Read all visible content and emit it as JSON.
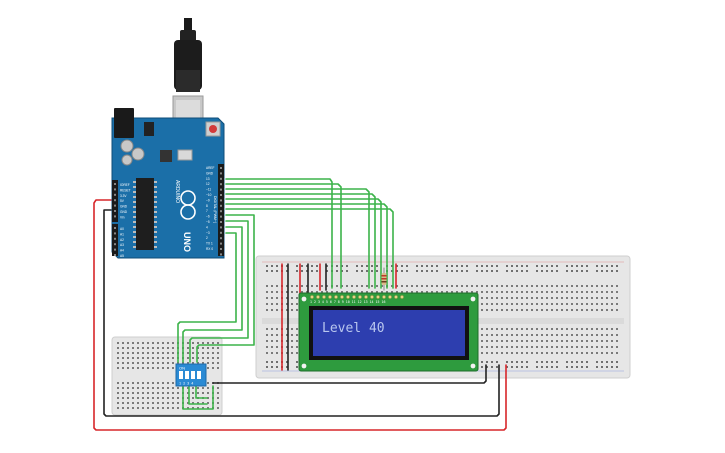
{
  "arduino": {
    "brand": "ARDUINO",
    "model": "UNO",
    "pin_labels_top": [
      "AREF",
      "GND",
      "13",
      "12",
      "~11",
      "~10",
      "~9",
      "8",
      "7",
      "~6",
      "~5",
      "4",
      "~3",
      "2",
      "TX 1",
      "RX 0"
    ],
    "power_labels": [
      "IOREF",
      "RESET",
      "3.3V",
      "5V",
      "GND",
      "GND",
      "Vin"
    ],
    "analog_labels": [
      "A0",
      "A1",
      "A2",
      "A3",
      "A4",
      "A5"
    ],
    "header_text": "DIGITAL (PWM~)"
  },
  "lcd": {
    "text": "Level 40",
    "pin_numbers": "1 2 3 4 5 6 7 8 9 10 11 12 13 14 15 16"
  },
  "dip_switch": {
    "label": "ON",
    "numbers": "1 2 3 4"
  },
  "colors": {
    "arduino_board": "#1b6fa8",
    "lcd_pcb": "#2e9b3e",
    "lcd_screen": "#2d3eaf",
    "lcd_text": "#b8c6ee",
    "wire_green": "#3cb34a",
    "wire_red": "#d7262a",
    "wire_black": "#222222",
    "breadboard": "#e6e6e6",
    "dip_switch": "#2a8ad4"
  }
}
